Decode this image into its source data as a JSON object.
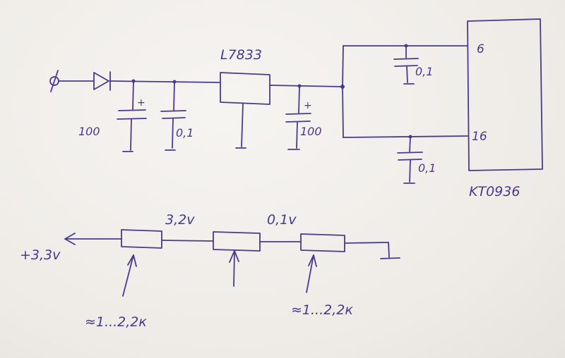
{
  "labels": {
    "regulator": "L7833",
    "chip": "KT0936",
    "pin_a": "6",
    "pin_b": "16",
    "cap_in_elec": "100",
    "cap_in_ceramic": "0,1",
    "cap_out_elec": "100",
    "cap_pin6": "0,1",
    "cap_pin16": "0,1",
    "plus_sign": "+",
    "supply": "+3,3v",
    "tap_high": "3,2v",
    "tap_low": "0,1v",
    "resistor_left": "≈1...2,2к",
    "resistor_right": "≈1...2,2к"
  },
  "colors": {
    "ink": "#4a3a8f",
    "paper": "#f1efec"
  }
}
